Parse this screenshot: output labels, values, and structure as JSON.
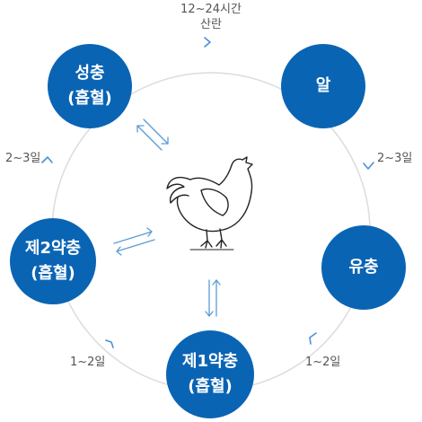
{
  "colors": {
    "node_fill": "#0a64b4",
    "cycle_ring": "#dcdcdc",
    "flow_arrow": "#4a90d9",
    "center_arrow": "#5b9bd5",
    "label_text": "#555555"
  },
  "nodes": {
    "adult": {
      "line1": "성충",
      "line2": "(흡혈)"
    },
    "egg": {
      "line1": "알",
      "line2": ""
    },
    "larva": {
      "line1": "유충",
      "line2": ""
    },
    "nymph1": {
      "line1": "제1약충",
      "line2": "(흡혈)"
    },
    "nymph2": {
      "line1": "제2약충",
      "line2": "(흡혈)"
    }
  },
  "durations": {
    "adult_to_egg": {
      "line1": "12~24시간",
      "line2": "산란"
    },
    "egg_to_larva": "2~3일",
    "larva_to_nymph1": "1~2일",
    "nymph1_to_nymph2": "1~2일",
    "nymph2_to_adult": "2~3일"
  },
  "center": {
    "icon": "chicken-icon"
  }
}
